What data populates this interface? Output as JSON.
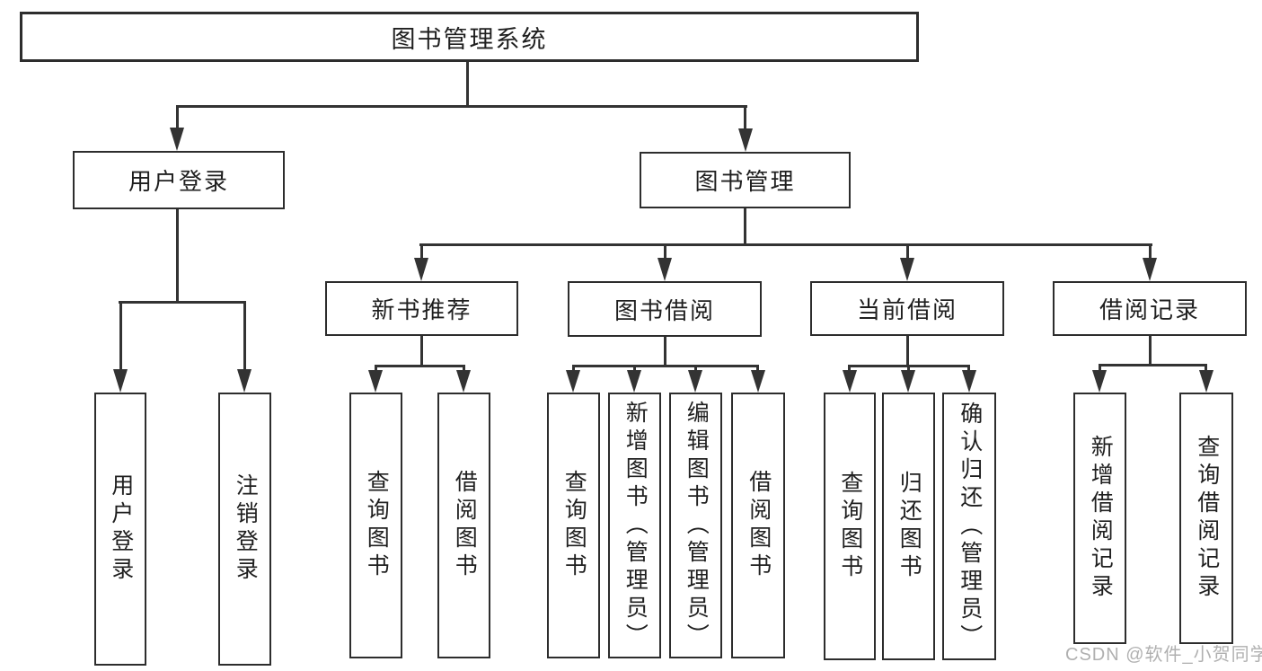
{
  "root": {
    "label": "图书管理系统"
  },
  "level2": [
    {
      "label": "用户登录"
    },
    {
      "label": "图书管理"
    }
  ],
  "level3": [
    {
      "label": "新书推荐"
    },
    {
      "label": "图书借阅"
    },
    {
      "label": "当前借阅"
    },
    {
      "label": "借阅记录"
    }
  ],
  "leaves": {
    "login": [
      "用户登录",
      "注销登录"
    ],
    "recommend": [
      "查询图书",
      "借阅图书"
    ],
    "borrow": [
      "查询图书",
      "新增图书（管理员）",
      "编辑图书（管理员）",
      "借阅图书"
    ],
    "current": [
      "查询图书",
      "归还图书",
      "确认归还（管理员）"
    ],
    "records": [
      "新增借阅记录",
      "查询借阅记录"
    ]
  },
  "watermark": "CSDN @软件_小贺同学",
  "colors": {
    "line": "#333333",
    "text": "#1f1f1f",
    "watermark": "#b0b0b0",
    "background": "#ffffff"
  }
}
